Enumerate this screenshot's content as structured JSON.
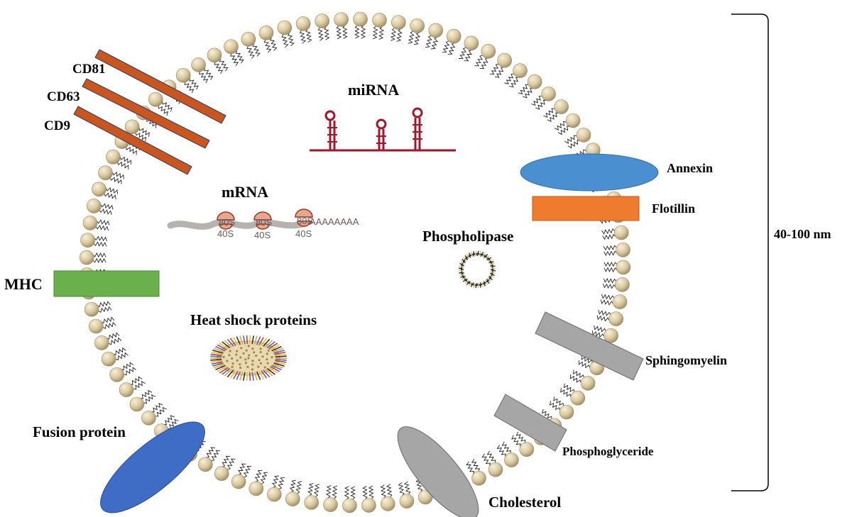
{
  "labels": {
    "cd81": "CD81",
    "cd63": "CD63",
    "cd9": "CD9",
    "mirna": "miRNA",
    "mrna": "mRNA",
    "annexin": "Annexin",
    "flotillin": "Flotillin",
    "phospholipase": "Phospholipase",
    "mhc": "MHC",
    "heat_shock": "Heat shock proteins",
    "sphingomyelin": "Sphingomyelin",
    "phosphoglyceride": "Phosphoglyceride",
    "fusion": "Fusion protein",
    "cholesterol": "Cholesterol",
    "size": "40-100 nm"
  },
  "ribosomes": {
    "large": [
      "80S",
      "80S",
      "80S"
    ],
    "small": [
      "40S",
      "40S",
      "40S"
    ],
    "polya": "AAAAAAAA"
  },
  "colors": {
    "head": "#d9c9a0",
    "tetraspanin": "#c8561e",
    "mirna": "#a4162b",
    "annexin": "#4a90d0",
    "flotillin": "#ef7b2e",
    "mhc": "#6ab04c",
    "lipid_gray": "#a6a6a6",
    "fusion": "#3f6cc4"
  }
}
